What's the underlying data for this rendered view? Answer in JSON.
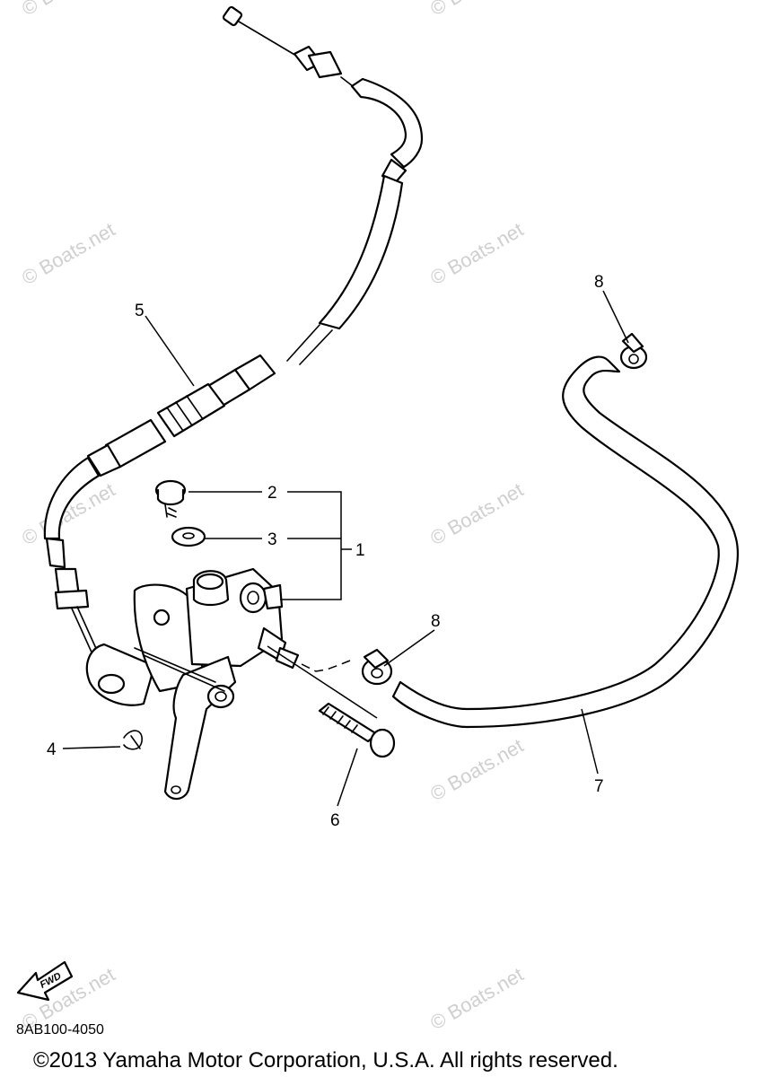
{
  "callouts": {
    "c1": "1",
    "c2": "2",
    "c3": "3",
    "c4": "4",
    "c5": "5",
    "c6": "6",
    "c7": "7",
    "c8a": "8",
    "c8b": "8"
  },
  "watermark": "© Boats.net",
  "fwd_label": "FWD",
  "part_code": "8AB100-4050",
  "copyright": "©2013 Yamaha Motor Corporation, U.S.A. All rights reserved."
}
